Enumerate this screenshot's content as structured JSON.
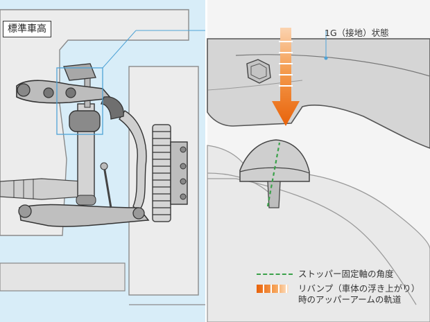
{
  "label_standard": "標準車高",
  "callout_label": "1G（接地）状態",
  "legend": {
    "stopper_axis": "ストッパー固定軸の角度",
    "rebound_line1": "リバンプ（車体の浮き上がり）",
    "rebound_line2": "時のアッパーアームの軌道"
  },
  "colors": {
    "sky": "#d4ebf7",
    "grey": "#c9c9c9",
    "arrow": "#e8620a",
    "dash": "#3aa14a"
  }
}
